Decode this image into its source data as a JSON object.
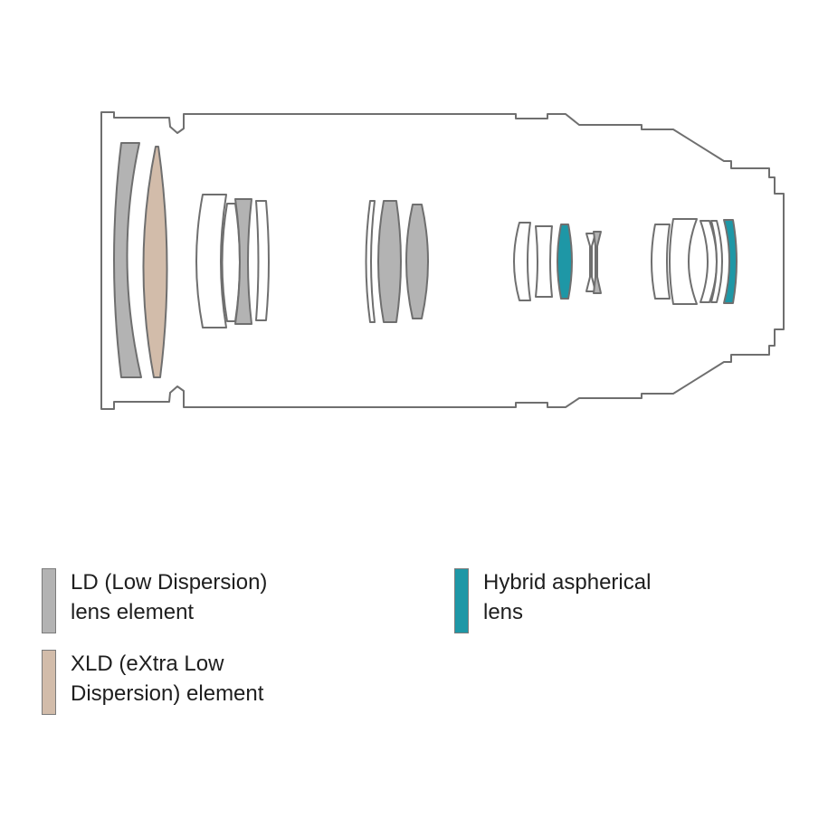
{
  "colors": {
    "outline": "#6f6f6f",
    "ld": "#b3b3b3",
    "xld": "#d2bcaa",
    "hybrid": "#1e97a6",
    "background": "#ffffff"
  },
  "legend": {
    "ld": {
      "line1": "LD (Low Dispersion)",
      "line2": "lens element",
      "swatch": "ld"
    },
    "xld": {
      "line1": "XLD (eXtra Low",
      "line2": "Dispersion) element",
      "swatch": "xld"
    },
    "hybrid": {
      "line1": "Hybrid aspherical",
      "line2": "lens",
      "swatch": "hybrid"
    }
  }
}
